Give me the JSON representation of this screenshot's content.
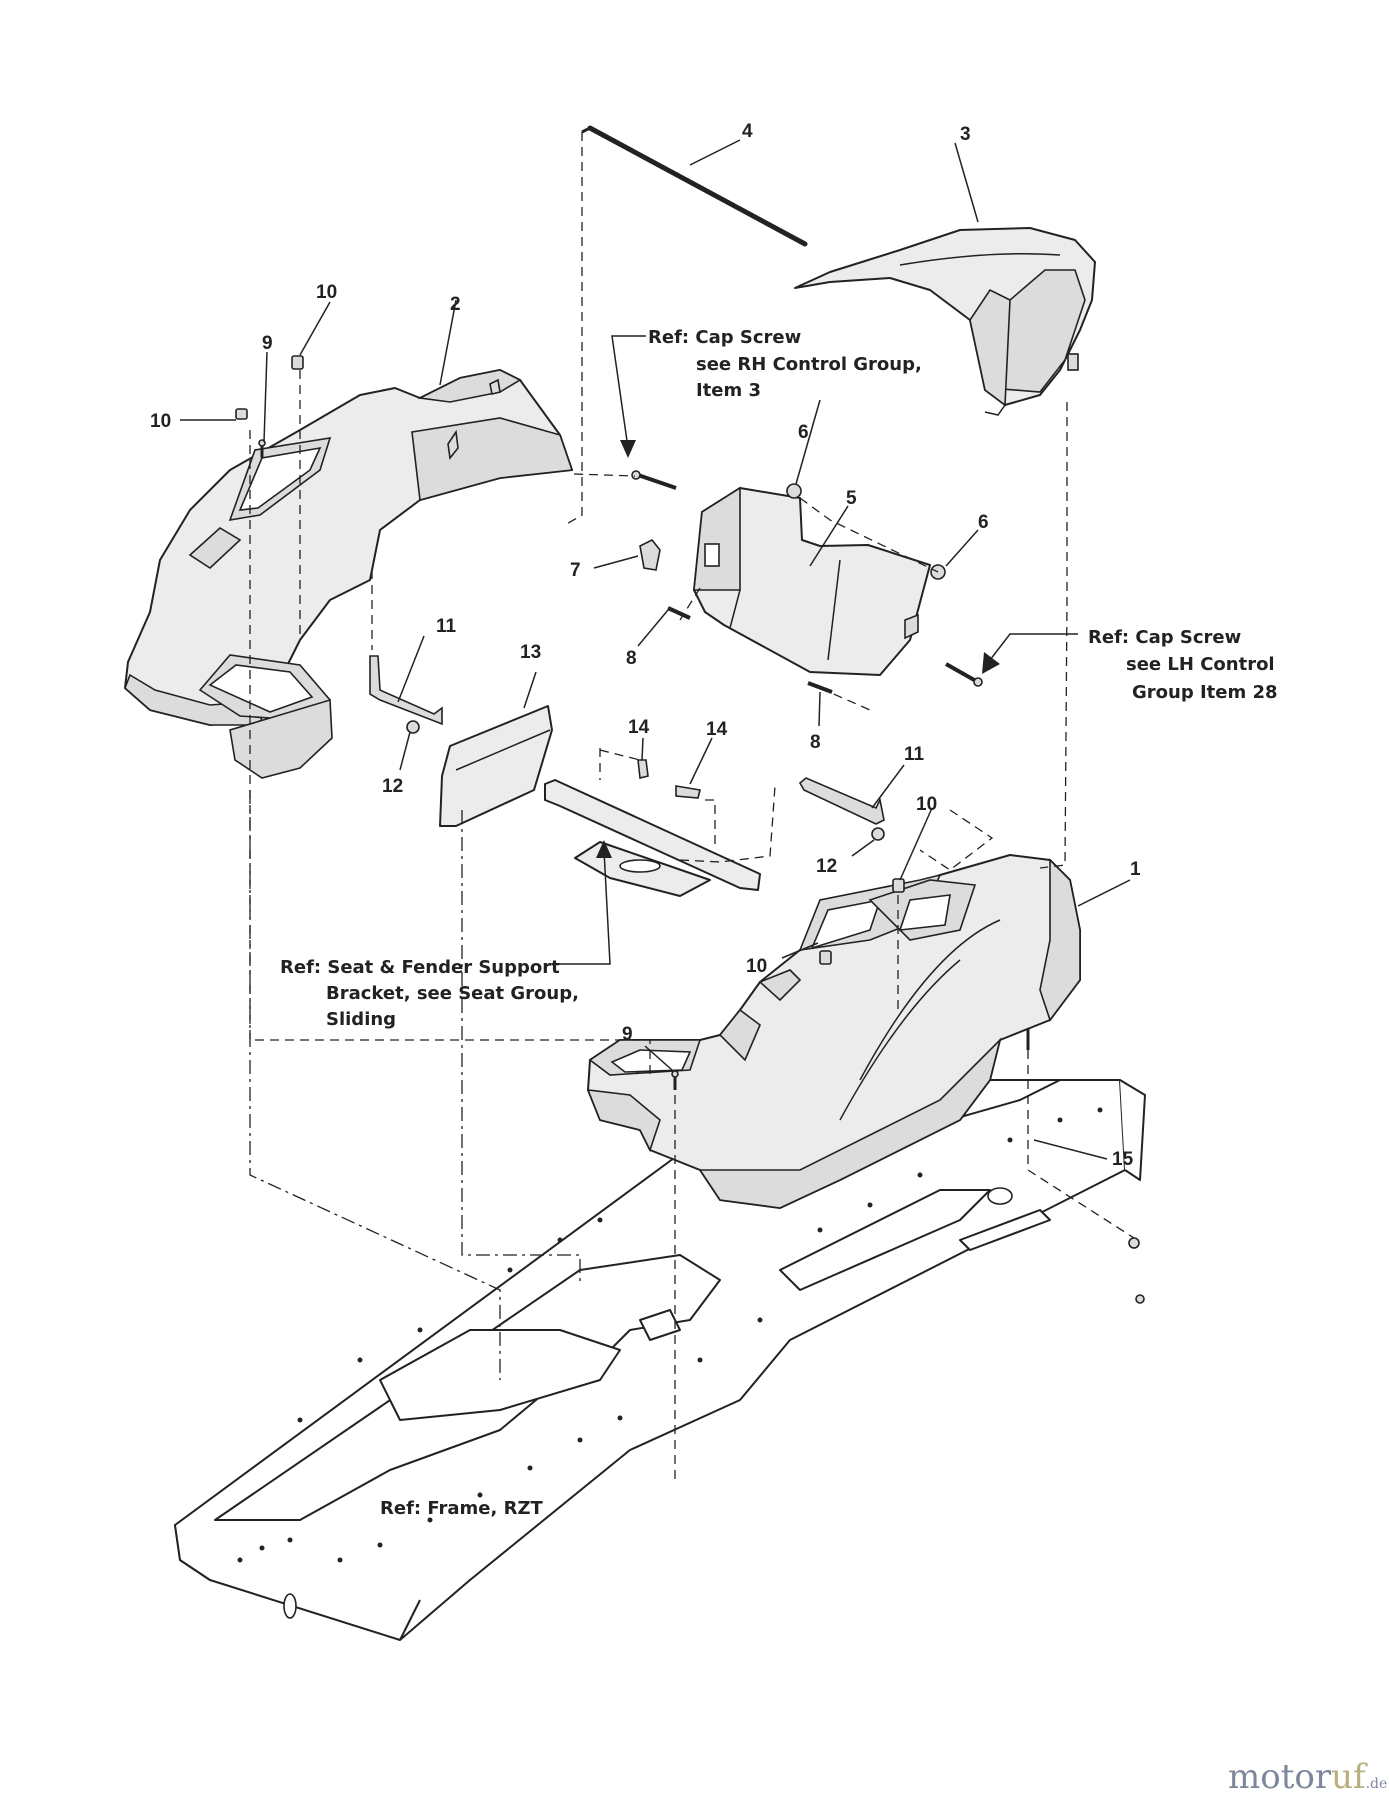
{
  "diagram": {
    "callouts": {
      "c1": "1",
      "c2": "2",
      "c3": "3",
      "c4": "4",
      "c5": "5",
      "c6a": "6",
      "c6b": "6",
      "c7": "7",
      "c8a": "8",
      "c8b": "8",
      "c9a": "9",
      "c9b": "9",
      "c10a": "10",
      "c10b": "10",
      "c10c": "10",
      "c10d": "10",
      "c11a": "11",
      "c11b": "11",
      "c12a": "12",
      "c12b": "12",
      "c13": "13",
      "c14a": "14",
      "c14b": "14",
      "c15": "15"
    },
    "refs": {
      "rh_cap_screw": [
        "Ref: Cap Screw",
        "see RH Control Group,",
        "Item 3"
      ],
      "lh_cap_screw": [
        "Ref: Cap Screw",
        "see LH Control",
        "Group  Item 28"
      ],
      "seat_bracket": [
        "Ref: Seat & Fender Support",
        "Bracket, see Seat Group,",
        "Sliding"
      ],
      "frame": "Ref: Frame, RZT"
    }
  },
  "watermark": {
    "part1": "motor",
    "part2": "uf",
    "part3": ".de"
  }
}
